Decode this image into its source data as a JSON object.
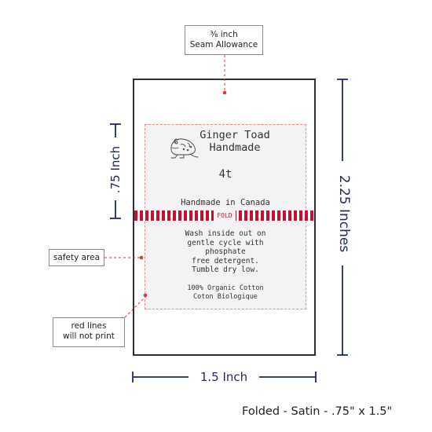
{
  "seam_allowance": {
    "line1": "⅜ inch",
    "line2": "Seam Allowance"
  },
  "label": {
    "brand_line1": "Ginger Toad",
    "brand_line2": "Handmade",
    "size": "4t",
    "origin": "Handmade in Canada",
    "fold": "FOLD",
    "care": [
      "Wash inside out on",
      "gentle cycle with",
      "phosphate",
      "free detergent.",
      "Tumble dry low."
    ],
    "material": [
      "100% Organic Cotton",
      "Coton Biologique"
    ]
  },
  "callouts": {
    "safety_area": "safety area",
    "red_lines_1": "red lines",
    "red_lines_2": "will not print"
  },
  "dimensions": {
    "height_half": ".75 Inch",
    "height_full": "2.25 Inches",
    "width": "1.5 Inch"
  },
  "footer": "Folded - Satin - .75\" x 1.5\"",
  "colors": {
    "navy": "#1d2a5e",
    "red": "#c8102e",
    "safety_dash": "#f08a8a"
  }
}
